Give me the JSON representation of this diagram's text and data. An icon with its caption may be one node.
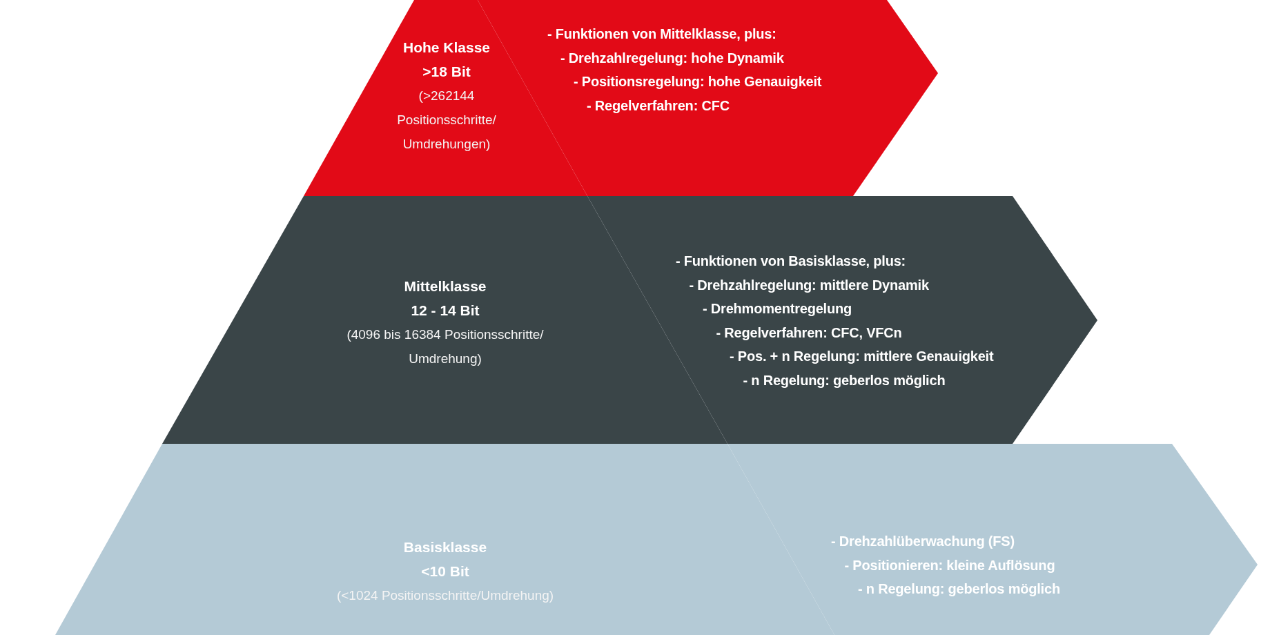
{
  "diagram": {
    "nodes": [
      {
        "text": [
          "Hohe Klasse",
          ">18 Bit",
          "(>262144 Positionsschritte/ Umdrehungen)"
        ]
      },
      {
        "text": [
          "- Funktionen von Mittelklasse, plus:",
          "- Drehzahlregelung: hohe Dynamik",
          "- Positionsregelung: hohe Genauigkeit",
          "- Regelverfahren: CFC"
        ]
      },
      {
        "text": [
          "Mittelklasse",
          "12 - 14 Bit",
          "(4096 bis 16384 Positionsschritte/ Umdrehung)"
        ]
      },
      {
        "text": [
          "- Funktionen von Basisklasse, plus:",
          "- Drehzahlregelung: mittlere Dynamik",
          "- Drehmomentregelung",
          "- Regelverfahren: CFC, VFCn",
          "- Pos. + n Regelung: mittlere Genauigkeit",
          "- n Regelung: geberlos möglich"
        ]
      },
      {
        "text": [
          "Basisklasse",
          "<10 Bit",
          "(<1024 Positionsschritte/Umdrehung)"
        ]
      },
      {
        "text": [
          "- Drehzahlüberwachung (FS)",
          "- Positionieren: kleine Auflösung",
          "- n Regelung: geberlos möglich"
        ]
      }
    ]
  }
}
